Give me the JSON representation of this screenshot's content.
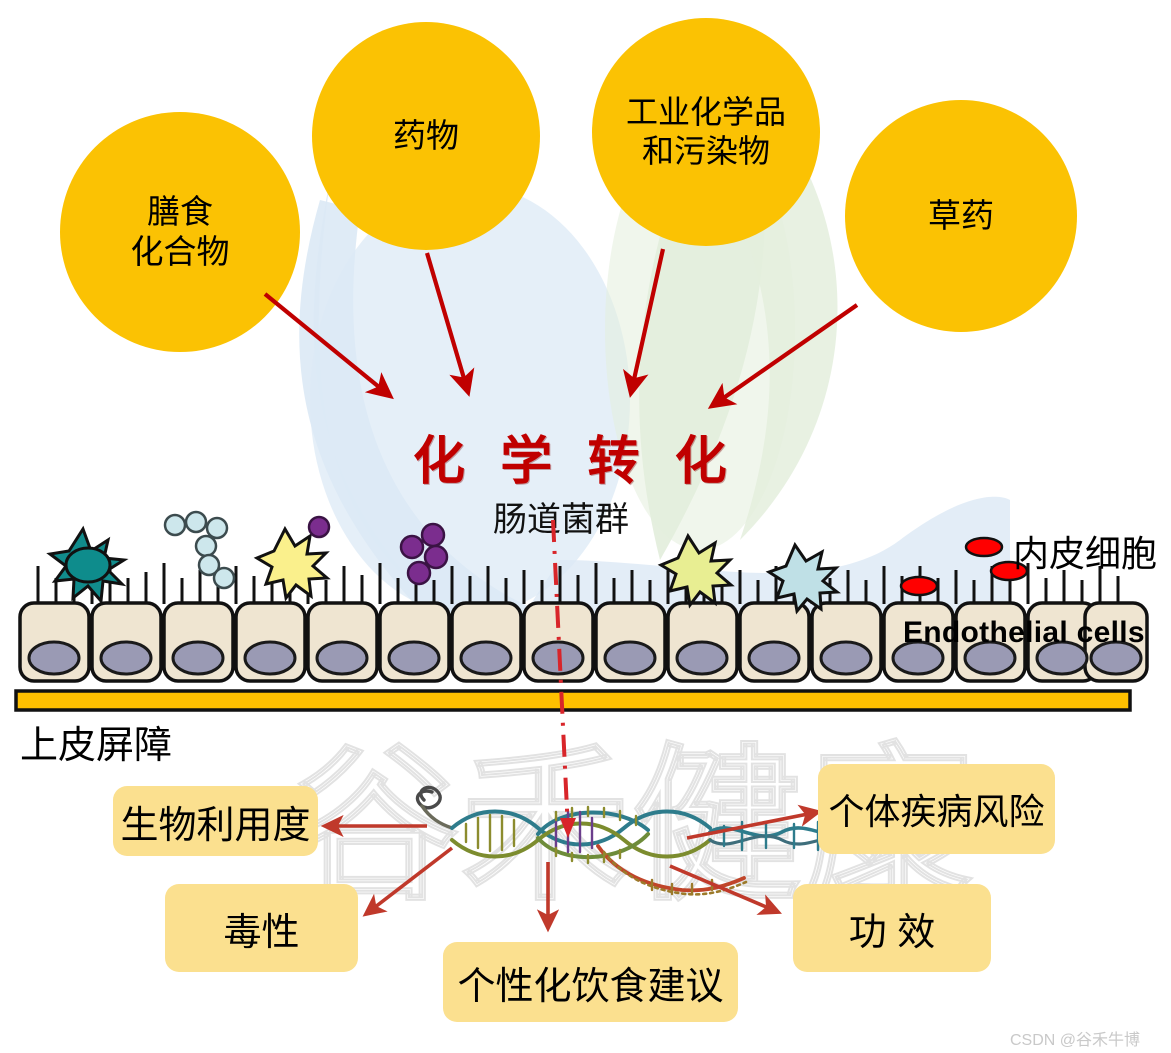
{
  "figure": {
    "headline": "化 学 转 化",
    "subhead": "肠道菌群",
    "colors": {
      "source_circle": "#FBC203",
      "headline_red": "#C00000",
      "arrow_red": "#C00000",
      "outcome_box": "#FBE08F",
      "barrier_gold": "#FFC000",
      "cell_fill": "#EFE5D1",
      "nucleus": "#9A9AB4",
      "teal_cell": "#118C8C",
      "red_ellipse": "#FF0000",
      "bg_blue": "#DCE9F5",
      "bg_green": "#E4EEDD",
      "watermark": "#E2E2E2"
    }
  },
  "sources": [
    {
      "label": "膳食\n化合物",
      "name": "dietary-compounds"
    },
    {
      "label": "药物",
      "name": "drugs"
    },
    {
      "label": "工业化学品\n和污染物",
      "name": "industrial-chemicals-pollutants"
    },
    {
      "label": "草药",
      "name": "herbal-medicine"
    }
  ],
  "epithelium": {
    "barrier_label": "上皮屏障",
    "endothelial_label_en": "Endothelial cells",
    "endothelial_label_cn": "内皮细胞"
  },
  "outcomes": [
    {
      "label": "生物利用度",
      "name": "bioavailability"
    },
    {
      "label": "毒性",
      "name": "toxicity"
    },
    {
      "label": "个性化饮食建议",
      "name": "personalized-diet-advice"
    },
    {
      "label": "功 效",
      "name": "efficacy"
    },
    {
      "label": "个体疾病风险",
      "name": "individual-disease-risk"
    }
  ],
  "watermarks": {
    "background": "谷禾健康",
    "footer": "CSDN @谷禾牛博"
  }
}
